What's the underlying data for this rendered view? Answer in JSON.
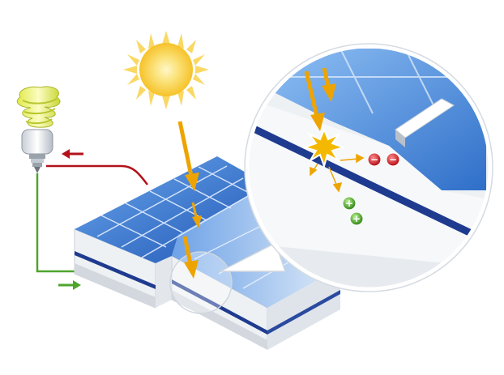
{
  "scene": {
    "colors": {
      "sun_core": "#f6c22a",
      "sun_glow": "#fbe27a",
      "panel_blue": "#2f6fc9",
      "panel_blue_light": "#6aa6ec",
      "panel_layer_white": "#f4f6f8",
      "panel_layer_gray": "#c9d0d8",
      "panel_layer_navy": "#1e3b8f",
      "arrow_orange": "#eea400",
      "wire_red": "#b3121a",
      "wire_green": "#4ea52c",
      "electron_red": "#d3262c",
      "hole_green": "#58b83a",
      "spark_yellow": "#f5b800"
    },
    "icons": [
      "sun-icon",
      "cfl-bulb-icon",
      "solar-panel",
      "photon-arrow",
      "magnifier-callout",
      "electron-icon",
      "hole-icon",
      "current-arrow"
    ],
    "charges": {
      "electron_symbol": "−",
      "hole_symbol": "+"
    }
  }
}
